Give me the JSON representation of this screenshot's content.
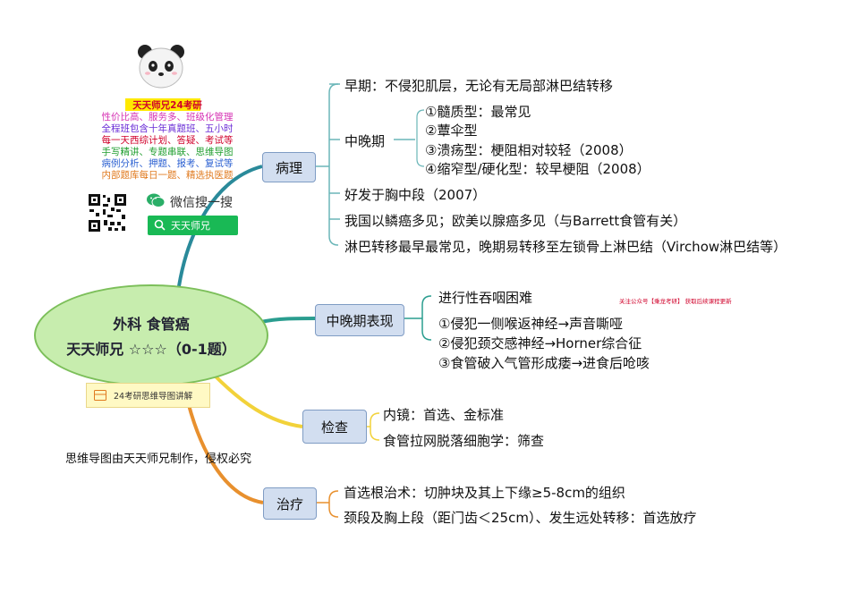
{
  "colors": {
    "pathology": "#6ab6b8",
    "manifest": "#2a9d8f",
    "exam": "#f2d23a",
    "treat": "#e8902e",
    "center_fill": "#c7edae",
    "branch_fill": "#d2def0",
    "promo_title": "#d0002a"
  },
  "center": {
    "line1": "外科 食管癌",
    "line2": "天天师兄 ☆☆☆（0-1题）"
  },
  "tag": {
    "label": "24考研思维导图讲解",
    "icon": "card-icon"
  },
  "copyright": "思维导图由天天师兄制作，侵权必究",
  "watermark": "关注公众号【乘龙考研】 获取后续课程更新",
  "promo": {
    "title": "天天师兄24考研",
    "lines": [
      {
        "text": "性价比高、服务多、班级化管理",
        "color": "#d633b4"
      },
      {
        "text": "全程班包含十年真题班、五小时",
        "color": "#6a2dd6"
      },
      {
        "text": "每一天西综计划、答疑、考试等",
        "color": "#d0002a"
      },
      {
        "text": "手写精讲、专题串联、思维导图",
        "color": "#1f9e2e"
      },
      {
        "text": "病例分析、押题、报考、复试等",
        "color": "#2a5fd1"
      },
      {
        "text": "内部题库每日一题、精选执医题",
        "color": "#e07a1f"
      }
    ],
    "wechat_label": "微信搜一搜",
    "search_text": "天天师兄"
  },
  "branches": {
    "pathology": {
      "label": "病理",
      "items": {
        "early": "早期：不侵犯肌层，无论有无局部淋巴结转移",
        "mid_late": "中晚期",
        "subtypes": [
          "①髓质型：最常见",
          "②蕈伞型",
          "③溃疡型：梗阻相对较轻（2008）",
          "④缩窄型/硬化型：较早梗阻（2008）"
        ],
        "site": "好发于胸中段（2007）",
        "type": "我国以鳞癌多见；欧美以腺癌多见（与Barrett食管有关）",
        "metastasis": "淋巴转移最早最常见，晚期易转移至左锁骨上淋巴结（Virchow淋巴结等）"
      }
    },
    "manifest": {
      "label": "中晚期表现",
      "items": [
        "进行性吞咽困难",
        "①侵犯一侧喉返神经→声音嘶哑",
        "②侵犯颈交感神经→Horner综合征",
        "③食管破入气管形成瘘→进食后呛咳"
      ]
    },
    "exam": {
      "label": "检查",
      "items": [
        "内镜：首选、金标准",
        "食管拉网脱落细胞学：筛查"
      ]
    },
    "treat": {
      "label": "治疗",
      "items": [
        "首选根治术：切肿块及其上下缘≥5-8cm的组织",
        "颈段及胸上段（距门齿＜25cm）、发生远处转移：首选放疗"
      ]
    }
  }
}
